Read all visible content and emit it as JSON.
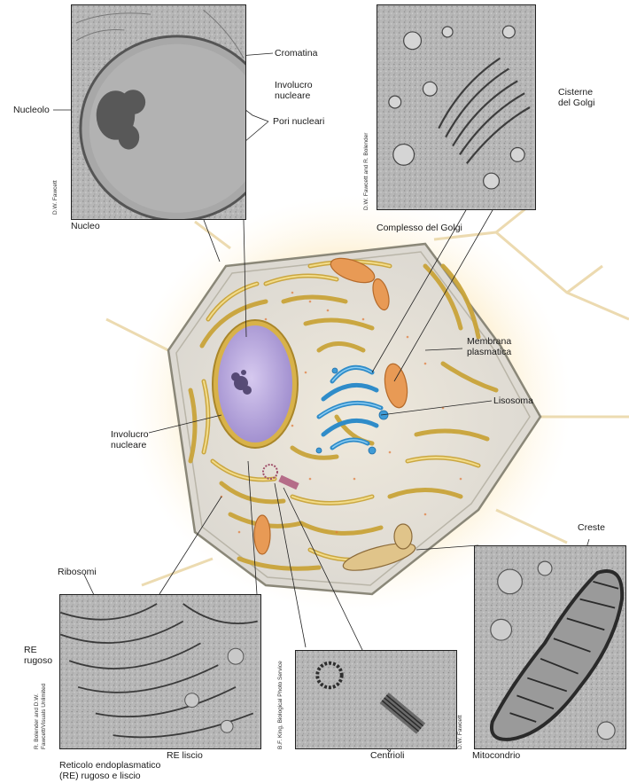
{
  "labels": {
    "cromatina": "Cromatina",
    "involucro_top": "Involucro\nnucleare",
    "nucleolo": "Nucleolo",
    "pori": "Pori nucleari",
    "nucleo": "Nucleo",
    "cisterne": "Cisterne\ndel Golgi",
    "complesso_golgi": "Complesso del Golgi",
    "membrana": "Membrana\nplasmatica",
    "lisosoma": "Lisosoma",
    "involucro_mid": "Involucro\nnucleare",
    "creste": "Creste",
    "ribosomi": "Ribosomi",
    "re_rugoso": "RE\nrugoso",
    "re_liscio": "RE liscio",
    "reticolo": "Reticolo endoplasmatico\n(RE) rugoso e liscio",
    "centrioli": "Centrioli",
    "mitocondrio": "Mitocondrio"
  },
  "credits": {
    "nucleo": "D.W. Fawcett",
    "golgi": "D.W. Fawcett and R. Bolender",
    "re": "R. Bolender and D.W.\nFawcett/Visuals Unlimited",
    "centrioli": "B.F. King, Biological Photo Service",
    "mito": "D.W. Fawcett"
  },
  "colors": {
    "nucleus": "#b9a8dc",
    "golgi": "#4aa3d8",
    "er": "#d9b845",
    "mitochondria": "#e8a062",
    "glow": "#f7c86a",
    "cytoplasm": "#ece6d9"
  }
}
